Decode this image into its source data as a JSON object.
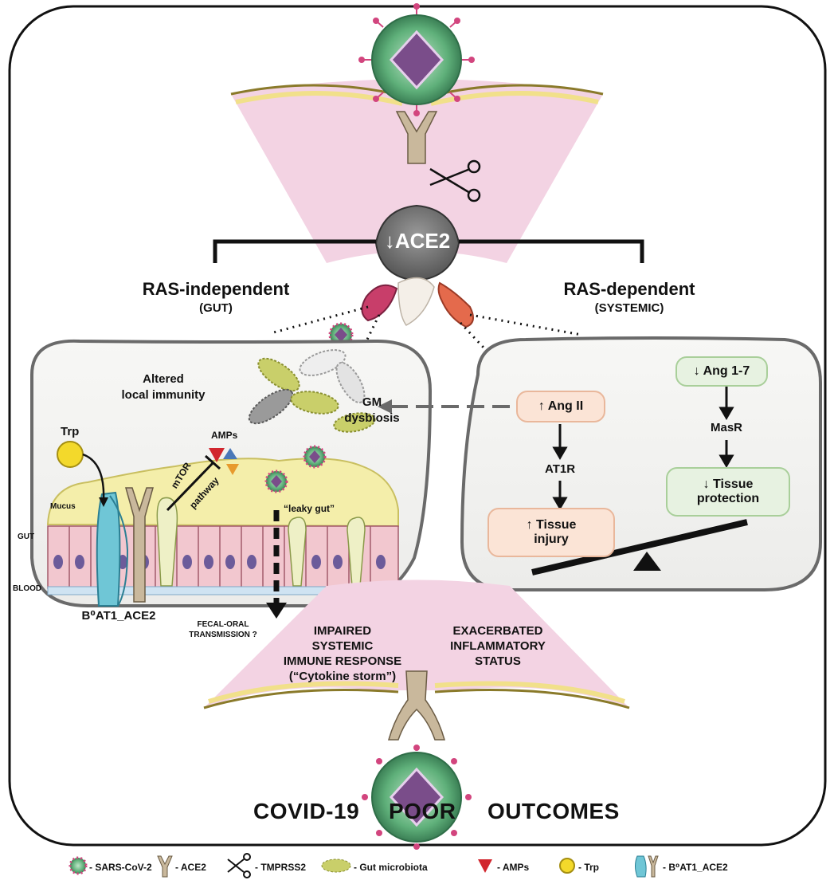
{
  "header": {
    "ace2_label": "ACE2",
    "down_arrow": "↓"
  },
  "branches": {
    "left_title": "RAS-independent",
    "left_subtitle": "(GUT)",
    "right_title": "RAS-dependent",
    "right_subtitle": "(SYSTEMIC)"
  },
  "gut_panel": {
    "altered_immunity": [
      "Altered",
      "local immunity"
    ],
    "gm_dysbiosis": [
      "GM",
      "dysbiosis"
    ],
    "trp": "Trp",
    "amps": "AMPs",
    "mtor": "mTOR",
    "pathway": "pathway",
    "leaky_gut": "“leaky gut”",
    "mucus": "Mucus",
    "gut": "GUT",
    "blood": "BLOOD",
    "transporter": "B⁰AT1_ACE2",
    "fecal_oral": [
      "FECAL-ORAL",
      "TRANSMISSION ?"
    ]
  },
  "systemic_panel": {
    "ang2": "↑ Ang II",
    "at1r": "AT1R",
    "tissue_injury": [
      "↑ Tissue",
      "injury"
    ],
    "ang17": "↓ Ang 1-7",
    "masr": "MasR",
    "tissue_protection": [
      "↓ Tissue",
      "protection"
    ]
  },
  "outcomes": {
    "impaired": [
      "IMPAIRED",
      "SYSTEMIC",
      "IMMUNE RESPONSE",
      "(“Cytokine storm”)"
    ],
    "exacerbated": [
      "EXACERBATED",
      "INFLAMMATORY",
      "STATUS"
    ],
    "title_left": "COVID-19",
    "title_mid": "POOR",
    "title_right": "OUTCOMES"
  },
  "legend": [
    {
      "icon": "virus-icon",
      "label": "- SARS-CoV-2"
    },
    {
      "icon": "ace2-icon",
      "label": "- ACE2"
    },
    {
      "icon": "scissors-icon",
      "label": "- TMPRSS2"
    },
    {
      "icon": "microbiota-icon",
      "label": "- Gut microbiota"
    },
    {
      "icon": "amp-triangle-icon",
      "label": "- AMPs"
    },
    {
      "icon": "trp-ball-icon",
      "label": "- Trp"
    },
    {
      "icon": "transporter-icon",
      "label": "- B⁰AT1_ACE2"
    }
  ],
  "colors": {
    "membrane_pink": "#f3d3e3",
    "membrane_yellow": "#f1e08a",
    "panel_gray": "#f2f2f0",
    "box_orange": "#fbe4d6",
    "box_green": "#e7f2e1",
    "virus_green": "#6fbf8a",
    "spike_pink": "#d2457e",
    "ace2_tan": "#c9b89c",
    "amp_red": "#d1262e",
    "trp_yellow": "#f3d92b"
  }
}
